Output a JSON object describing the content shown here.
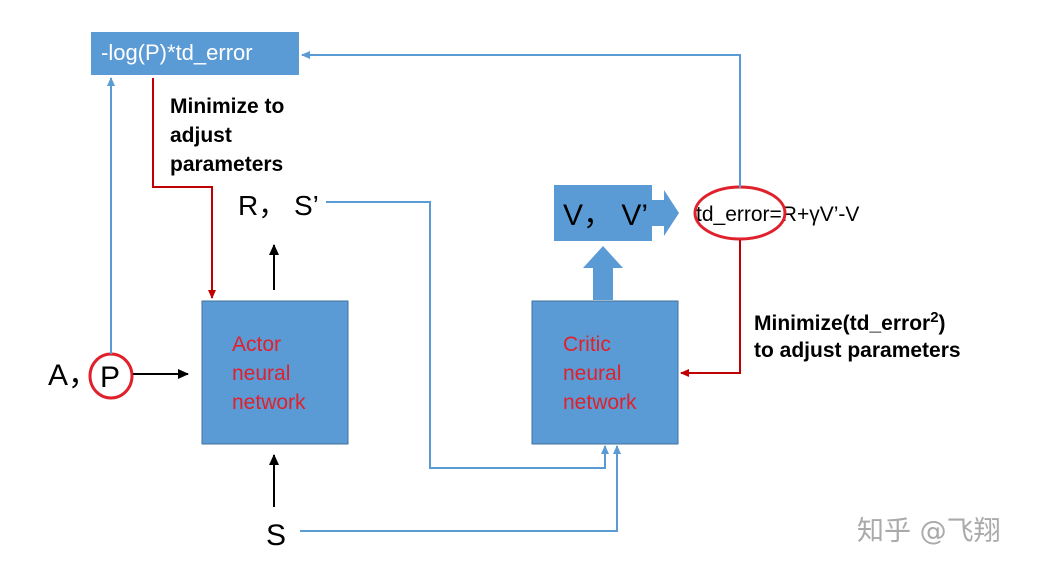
{
  "loss_box": {
    "label": "-log(P)*td_error"
  },
  "actor_annotation": {
    "lines": [
      "Minimize to",
      "adjust",
      "parameters"
    ]
  },
  "reward_state_label": "R， S’",
  "value_box": {
    "label": "V， V’"
  },
  "td_error_formula": {
    "highlight": "td_error",
    "rest": "=R+γV’-V"
  },
  "critic_annotation": {
    "line1_prefix": "Minimize(td_error",
    "line1_sup": "2",
    "line1_suffix": ")",
    "line2": "to adjust parameters"
  },
  "action_label": {
    "a": "A，",
    "p": "P"
  },
  "actor_node": {
    "lines": [
      "Actor",
      "neural",
      "network"
    ]
  },
  "critic_node": {
    "lines": [
      "Critic",
      "neural",
      "network"
    ]
  },
  "state_label": "S",
  "watermark": "知乎 @飞翔",
  "colors": {
    "box_fill": "#5b9bd5",
    "box_stroke": "#41719c",
    "blue_line": "#5b9bd5",
    "red_line": "#c00000",
    "highlight_ellipse": "#e0202a",
    "node_text": "#e0202a"
  }
}
